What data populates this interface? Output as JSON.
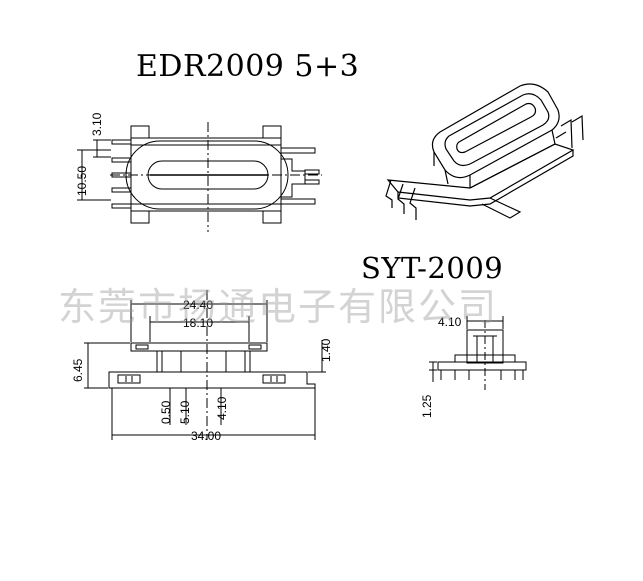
{
  "titles": {
    "part": "EDR2009    5+3",
    "model": "SYT-2009"
  },
  "watermark": "东莞市扬通电子有限公司",
  "top_view": {
    "dim_3_10": "3.10",
    "dim_10_50": "10.50"
  },
  "front_view": {
    "dim_24_40": "24.40",
    "dim_18_10": "18.10",
    "dim_6_45": "6.45",
    "dim_1_40": "1.40",
    "dim_0_50": "0.50",
    "dim_5_10": "5.10",
    "dim_4_10": "4.10",
    "dim_34_00": "34.00"
  },
  "side_view": {
    "dim_4_10": "4.10",
    "dim_1_25": "1.25"
  }
}
